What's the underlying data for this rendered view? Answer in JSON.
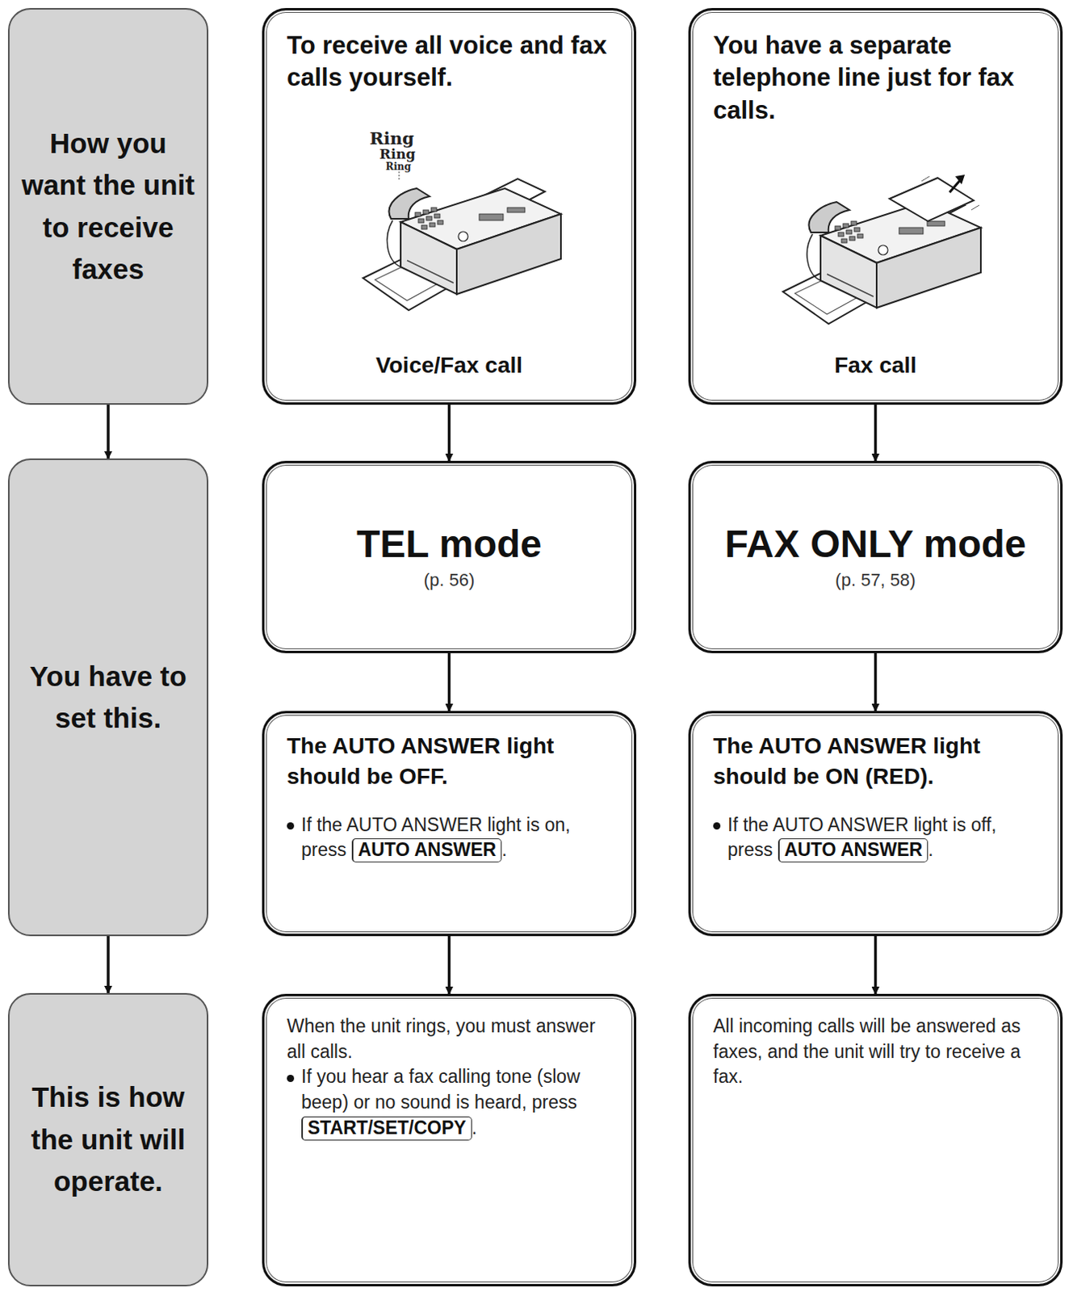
{
  "diagram": {
    "nodes": [
      {
        "text": [
          "How you want the unit to receive faxes"
        ]
      },
      {
        "text": [
          "To receive all voice and fax calls yourself.",
          "Voice/Fax call"
        ]
      },
      {
        "text": [
          "You have a separate telephone line just for fax calls.",
          "Fax call"
        ]
      },
      {
        "text": [
          "You have to set this."
        ]
      },
      {
        "text": [
          "TEL mode",
          "(p. 56)"
        ]
      },
      {
        "text": [
          "FAX ONLY mode",
          "(p. 57, 58)"
        ]
      },
      {
        "text": [
          "The AUTO ANSWER light should be OFF.",
          "If the AUTO ANSWER light is on, press",
          "AUTO ANSWER",
          "."
        ]
      },
      {
        "text": [
          "The AUTO ANSWER light should be ON (RED).",
          "If the AUTO ANSWER light is off, press",
          "AUTO ANSWER",
          "."
        ]
      },
      {
        "text": [
          "This is how the unit will operate."
        ]
      },
      {
        "text": [
          "When the unit rings, you must answer all calls.",
          "If you hear a fax calling tone (slow beep) or no sound is heard, press",
          "START/SET/COPY",
          "."
        ]
      },
      {
        "text": [
          "All incoming calls will be answered as faxes, and the unit will try to receive a fax."
        ]
      }
    ],
    "edges": [
      {
        "from": 0,
        "to": 3,
        "arrow": "to"
      },
      {
        "from": 3,
        "to": 8,
        "arrow": "to"
      },
      {
        "from": 1,
        "to": 4,
        "arrow": "to"
      },
      {
        "from": 4,
        "to": 6,
        "arrow": "to"
      },
      {
        "from": 6,
        "to": 9,
        "arrow": "to"
      },
      {
        "from": 2,
        "to": 5,
        "arrow": "to"
      },
      {
        "from": 5,
        "to": 7,
        "arrow": "to"
      },
      {
        "from": 7,
        "to": 10,
        "arrow": "to"
      }
    ],
    "labels": [
      "Ring",
      "Ring",
      "Ring"
    ]
  }
}
